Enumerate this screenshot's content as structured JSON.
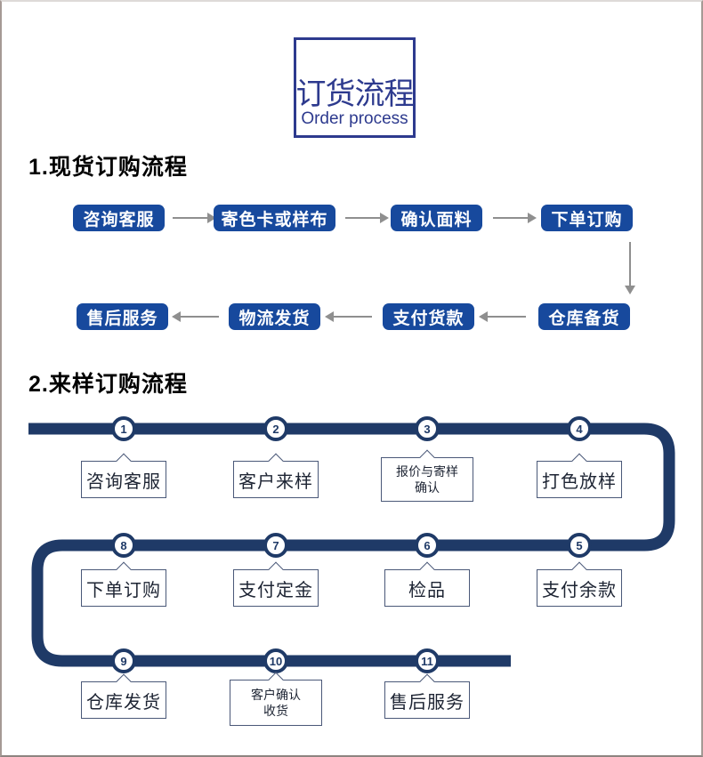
{
  "title_box": {
    "title_cn": "订货流程",
    "title_en": "Order process"
  },
  "section1": {
    "heading": "1.现货订购流程",
    "row1": [
      "咨询客服",
      "寄色卡或样布",
      "确认面料",
      "下单订购"
    ],
    "row2": [
      "售后服务",
      "物流发货",
      "支付货款",
      "仓库备货"
    ]
  },
  "section2": {
    "heading": "2.来样订购流程",
    "steps": [
      {
        "num": "1",
        "line1": "咨询客服"
      },
      {
        "num": "2",
        "line1": "客户来样"
      },
      {
        "num": "3",
        "line1": "报价与寄样",
        "line2": "确认"
      },
      {
        "num": "4",
        "line1": "打色放样"
      },
      {
        "num": "5",
        "line1": "支付余款"
      },
      {
        "num": "6",
        "line1": "检品"
      },
      {
        "num": "7",
        "line1": "支付定金"
      },
      {
        "num": "8",
        "line1": "下单订购"
      },
      {
        "num": "9",
        "line1": "仓库发货"
      },
      {
        "num": "10",
        "line1": "客户确认",
        "line2": "收货"
      },
      {
        "num": "11",
        "line1": "售后服务"
      }
    ]
  },
  "colors": {
    "pill_blue": "#17499d",
    "flow_navy": "#1f3a67",
    "title_navy": "#2d3a8e",
    "arrow_gray": "#8f8f8f"
  }
}
